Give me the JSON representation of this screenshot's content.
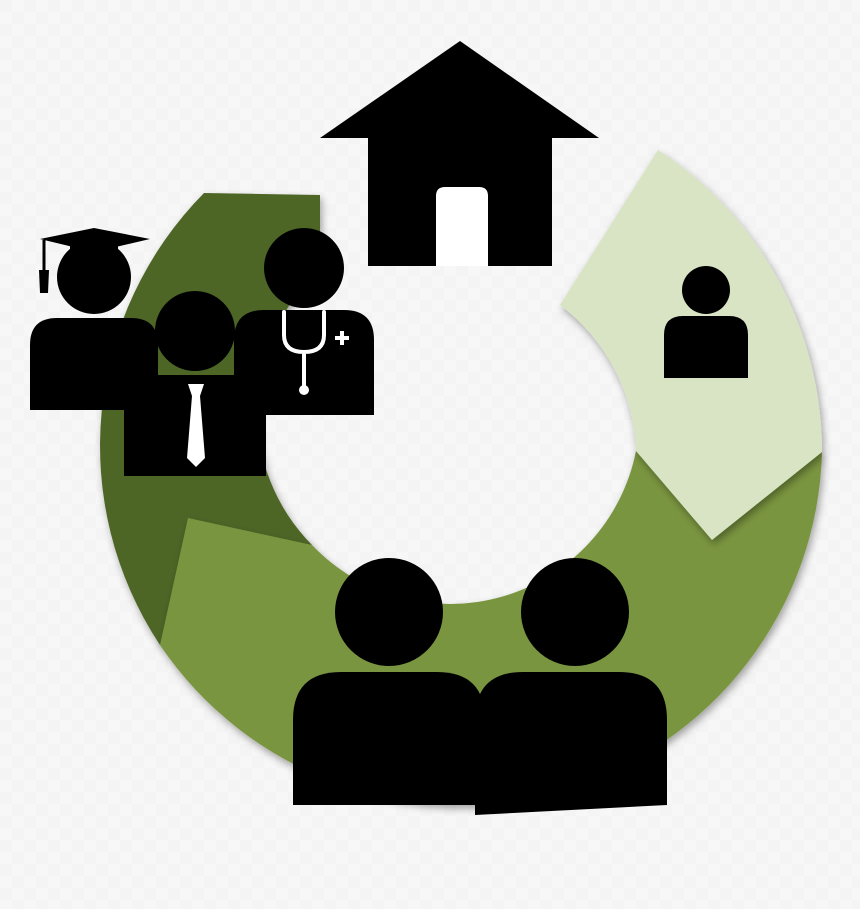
{
  "colors": {
    "background": "#f4f4f4",
    "ring_dark": "#4e6628",
    "ring_medium": "#7a9540",
    "ring_light": "#d8e4c3",
    "figure": "#000000",
    "accent": "#ffffff"
  },
  "stages": [
    {
      "id": "home",
      "icon": "house-icon",
      "segment_color": "none"
    },
    {
      "id": "individual",
      "icon": "person-icon",
      "segment_color": "#d8e4c3"
    },
    {
      "id": "couple",
      "icon": "two-people-icon",
      "segment_color": "#7a9540"
    },
    {
      "id": "professionals",
      "icon": "professionals-group-icon",
      "segment_color": "#4e6628"
    }
  ],
  "professionals": [
    {
      "role": "graduate",
      "icon": "graduate-icon"
    },
    {
      "role": "businessman",
      "icon": "businessman-icon"
    },
    {
      "role": "doctor",
      "icon": "doctor-icon"
    }
  ],
  "cycle_direction": "clockwise"
}
